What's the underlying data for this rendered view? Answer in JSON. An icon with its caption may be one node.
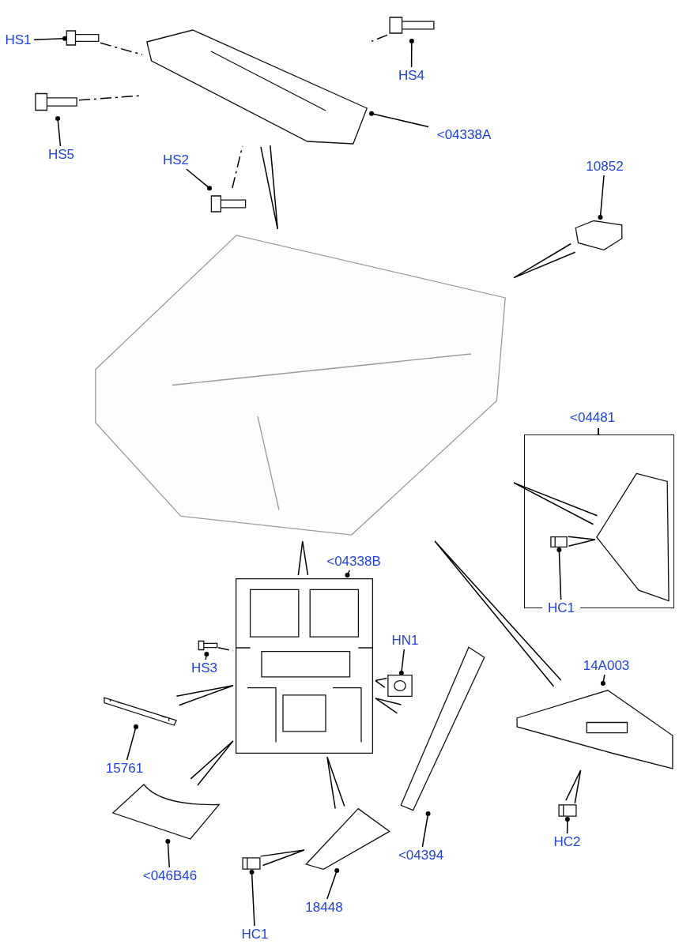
{
  "diagram": {
    "nodes": [
      {
        "text": [
          "HS1"
        ]
      },
      {
        "text": [],
        "shape": "picture"
      },
      {
        "text": [
          "HS5"
        ]
      },
      {
        "text": [],
        "shape": "picture"
      },
      {
        "text": [],
        "shape": "picture"
      },
      {
        "text": [
          "HS4"
        ]
      },
      {
        "text": [],
        "shape": "picture"
      },
      {
        "text": [
          "<04338A"
        ]
      },
      {
        "text": [
          "HS2"
        ]
      },
      {
        "text": [],
        "shape": "picture"
      },
      {
        "text": [
          "10852"
        ]
      },
      {
        "text": [],
        "shape": "picture"
      },
      {
        "text": [],
        "shape": "picture"
      },
      {
        "text": [
          "<04481"
        ]
      },
      {
        "text": [],
        "shape": "picture",
        "in": 13
      },
      {
        "text": [],
        "shape": "picture",
        "in": 13
      },
      {
        "text": [
          "HC1"
        ],
        "in": 13
      },
      {
        "text": [
          "<04338B"
        ]
      },
      {
        "text": [],
        "shape": "picture"
      },
      {
        "text": [
          "HS3"
        ]
      },
      {
        "text": [],
        "shape": "picture"
      },
      {
        "text": [
          "HN1"
        ]
      },
      {
        "text": [],
        "shape": "picture"
      },
      {
        "text": [
          "15761"
        ]
      },
      {
        "text": [],
        "shape": "picture"
      },
      {
        "text": [
          "<046B46"
        ]
      },
      {
        "text": [],
        "shape": "picture"
      },
      {
        "text": [
          "18448"
        ]
      },
      {
        "text": [],
        "shape": "picture"
      },
      {
        "text": [
          "HC1"
        ]
      },
      {
        "text": [],
        "shape": "picture"
      },
      {
        "text": [
          "<04394"
        ]
      },
      {
        "text": [],
        "shape": "picture"
      },
      {
        "text": [
          "14A003"
        ]
      },
      {
        "text": [],
        "shape": "picture"
      },
      {
        "text": [
          "HC2"
        ]
      },
      {
        "text": [],
        "shape": "picture"
      }
    ],
    "edges": [
      {
        "from": 0,
        "to": 1,
        "arrow": "other"
      },
      {
        "from": 2,
        "to": 3,
        "arrow": "other"
      },
      {
        "from": 5,
        "to": 6,
        "arrow": "other"
      },
      {
        "from": 7,
        "to": 4,
        "arrow": "other"
      },
      {
        "from": 8,
        "to": 9,
        "arrow": "other"
      },
      {
        "from": 10,
        "to": 11,
        "arrow": "other"
      },
      {
        "from": 16,
        "to": 15,
        "arrow": "other"
      },
      {
        "from": 17,
        "to": 18,
        "arrow": "other"
      },
      {
        "from": 19,
        "to": 20,
        "arrow": "other"
      },
      {
        "from": 21,
        "to": 22,
        "arrow": "other"
      },
      {
        "from": 23,
        "to": 24,
        "arrow": "other"
      },
      {
        "from": 25,
        "to": 26,
        "arrow": "other"
      },
      {
        "from": 27,
        "to": 28,
        "arrow": "other"
      },
      {
        "from": 29,
        "to": 30,
        "arrow": "other"
      },
      {
        "from": 31,
        "to": 32,
        "arrow": "other"
      },
      {
        "from": 33,
        "to": 34,
        "arrow": "other"
      },
      {
        "from": 35,
        "to": 36,
        "arrow": "other"
      },
      {
        "from": 1,
        "to": 4,
        "arrow": "none",
        "style": "dashed"
      },
      {
        "from": 3,
        "to": 4,
        "arrow": "none",
        "style": "dashed"
      },
      {
        "from": 6,
        "to": 4,
        "arrow": "none",
        "style": "dashed"
      },
      {
        "from": 9,
        "to": 4,
        "arrow": "none",
        "style": "dashed"
      },
      {
        "from": 20,
        "to": 18,
        "arrow": "none",
        "style": "dashed"
      },
      {
        "from": 4,
        "to": 12,
        "arrow": "none"
      },
      {
        "from": 11,
        "to": 12,
        "arrow": "none"
      },
      {
        "from": 14,
        "to": 12,
        "arrow": "none"
      },
      {
        "from": 18,
        "to": 12,
        "arrow": "none"
      },
      {
        "from": 34,
        "to": 12,
        "arrow": "none"
      },
      {
        "from": 24,
        "to": 18,
        "arrow": "none"
      },
      {
        "from": 26,
        "to": 18,
        "arrow": "none"
      },
      {
        "from": 28,
        "to": 18,
        "arrow": "none"
      },
      {
        "from": 32,
        "to": 18,
        "arrow": "none"
      },
      {
        "from": 22,
        "to": 18,
        "arrow": "none"
      },
      {
        "from": 30,
        "to": 28,
        "arrow": "none"
      },
      {
        "from": 36,
        "to": 34,
        "arrow": "none"
      },
      {
        "from": 15,
        "to": 14,
        "arrow": "none"
      }
    ]
  }
}
